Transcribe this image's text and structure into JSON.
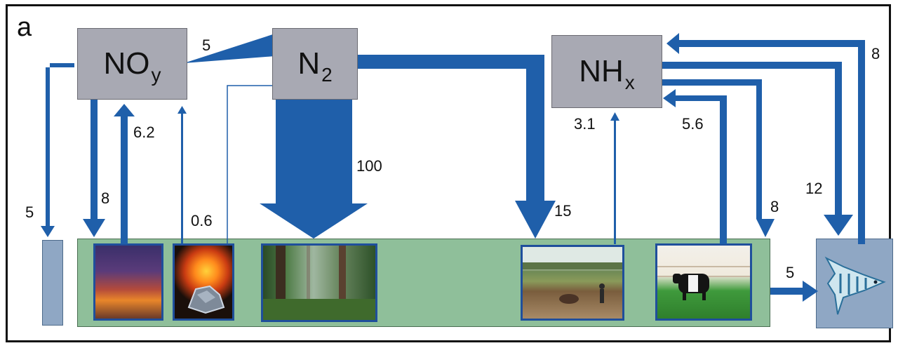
{
  "panel_label": "a",
  "nodes": {
    "noy": {
      "main": "NO",
      "sub": "y"
    },
    "n2": {
      "main": "N",
      "sub": "2"
    },
    "nhx": {
      "main": "NH",
      "sub": "x"
    }
  },
  "flow_labels": {
    "n2_to_noy": "5",
    "noy_to_ground": "8",
    "fire_to_noy": "6.2",
    "noy_to_water": "5",
    "fossil_to_noy": "0.6",
    "n2_fixation_forest": "100",
    "n2_to_agriculture": "15",
    "agriculture_to_nhx": "3.1",
    "livestock_to_nhx": "5.6",
    "nhx_to_ground": "8",
    "nhx_to_water": "12",
    "water_to_nhx": "8",
    "land_to_water": "5"
  },
  "colors": {
    "flow": "#1f5faa",
    "box": "#a8a9b3",
    "land": "#8fbf9a",
    "water": "#8fa7c4"
  },
  "images": [
    "wildfire-photo",
    "burning-coal-photo",
    "forest-photo",
    "plowing-field-photo",
    "cow-pasture-photo",
    "fish-drawing"
  ]
}
